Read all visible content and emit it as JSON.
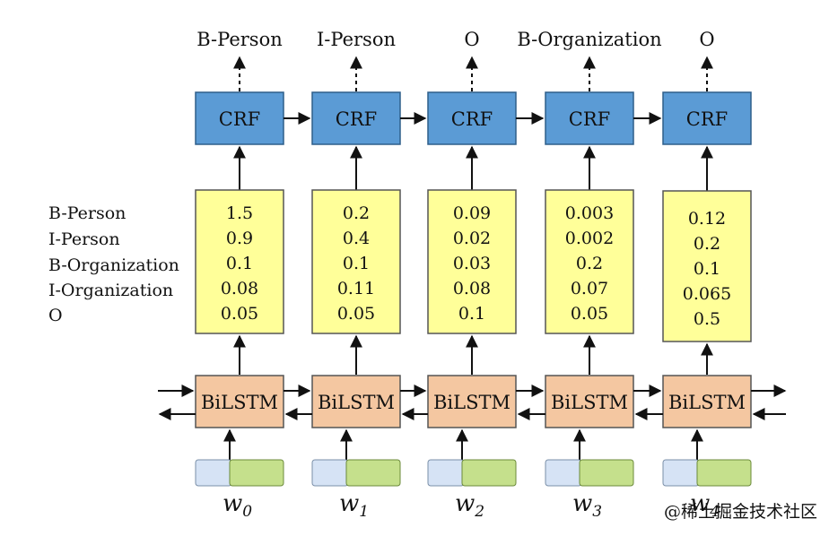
{
  "diagram": {
    "output_labels": [
      "B-Person",
      "I-Person",
      "O",
      "B-Organization",
      "O"
    ],
    "row_labels": [
      "B-Person",
      "I-Person",
      "B-Organization",
      "I-Organization",
      "O"
    ],
    "crf_label": "CRF",
    "bilstm_label": "BiLSTM",
    "columns": [
      {
        "scores": [
          "1.5",
          "0.9",
          "0.1",
          "0.08",
          "0.05"
        ],
        "word": "w",
        "sub": "0"
      },
      {
        "scores": [
          "0.2",
          "0.4",
          "0.1",
          "0.11",
          "0.05"
        ],
        "word": "w",
        "sub": "1"
      },
      {
        "scores": [
          "0.09",
          "0.02",
          "0.03",
          "0.08",
          "0.1"
        ],
        "word": "w",
        "sub": "2"
      },
      {
        "scores": [
          "0.003",
          "0.002",
          "0.2",
          "0.07",
          "0.05"
        ],
        "word": "w",
        "sub": "3"
      },
      {
        "scores": [
          "0.12",
          "0.2",
          "0.1",
          "0.065",
          "0.5"
        ],
        "word": "w",
        "sub": "4"
      }
    ],
    "watermark": "@稀土掘金技术社区",
    "colors": {
      "crf_fill": "#5b9bd5",
      "crf_stroke": "#2e5f8a",
      "score_fill": "#ffff99",
      "score_stroke": "#555555",
      "lstm_fill": "#f4c7a1",
      "lstm_stroke": "#555555",
      "emb_left": "#d6e3f5",
      "emb_right": "#c5e08c"
    }
  }
}
